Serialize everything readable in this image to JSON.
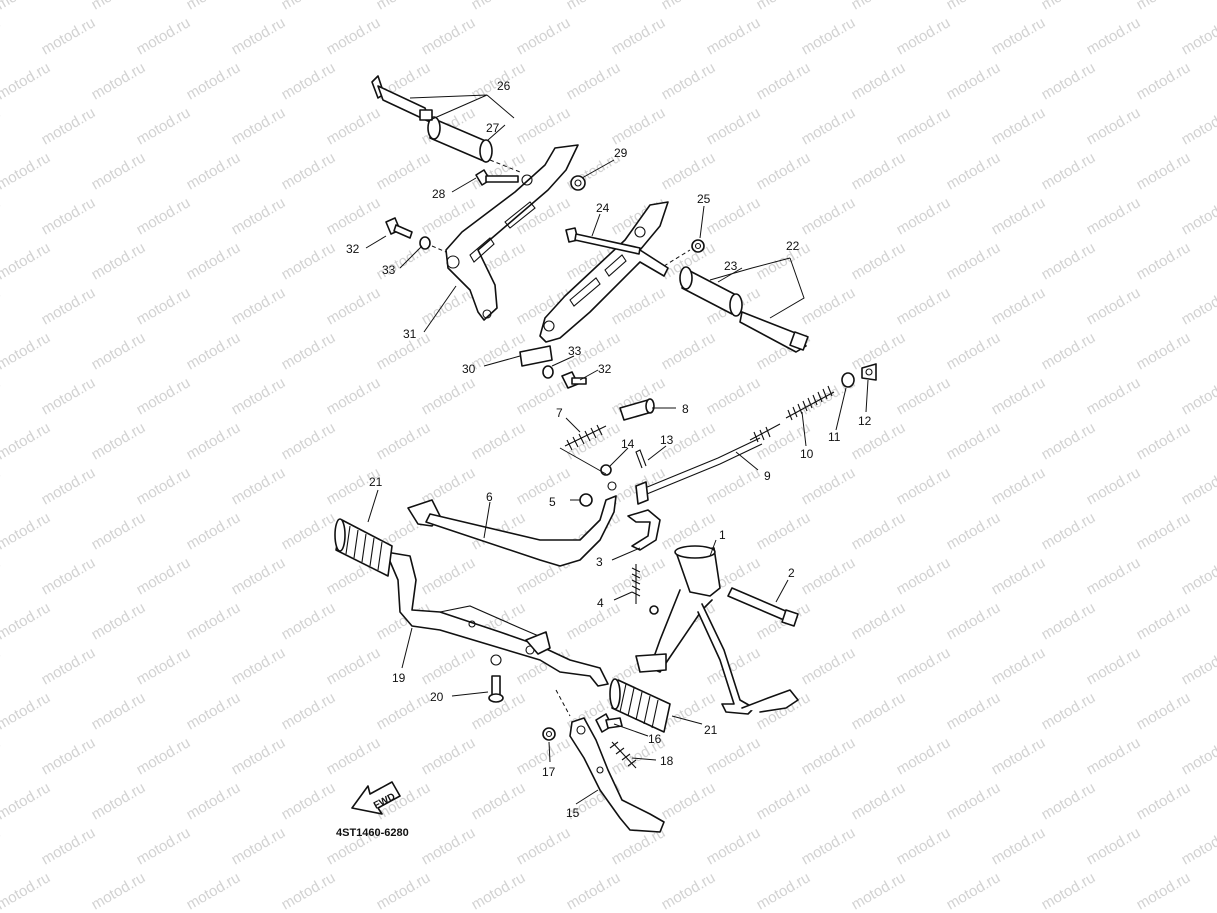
{
  "watermark": {
    "text": "motod.ru"
  },
  "diagram_code": "4ST1460-6280",
  "fwd_label": "FWD",
  "callouts": {
    "c1": "1",
    "c2": "2",
    "c3": "3",
    "c4": "4",
    "c5": "5",
    "c6": "6",
    "c7": "7",
    "c8": "8",
    "c9": "9",
    "c10": "10",
    "c11": "11",
    "c12": "12",
    "c13": "13",
    "c14": "14",
    "c15": "15",
    "c16": "16",
    "c17": "17",
    "c18": "18",
    "c19": "19",
    "c20": "20",
    "c21a": "21",
    "c21b": "21",
    "c22": "22",
    "c23": "23",
    "c24": "24",
    "c25": "25",
    "c26": "26",
    "c27": "27",
    "c28": "28",
    "c29": "29",
    "c30": "30",
    "c31": "31",
    "c32a": "32",
    "c32b": "32",
    "c33a": "33",
    "c33b": "33"
  },
  "colors": {
    "line": "#111111",
    "watermark": "#d2d2d2",
    "background": "#ffffff"
  }
}
